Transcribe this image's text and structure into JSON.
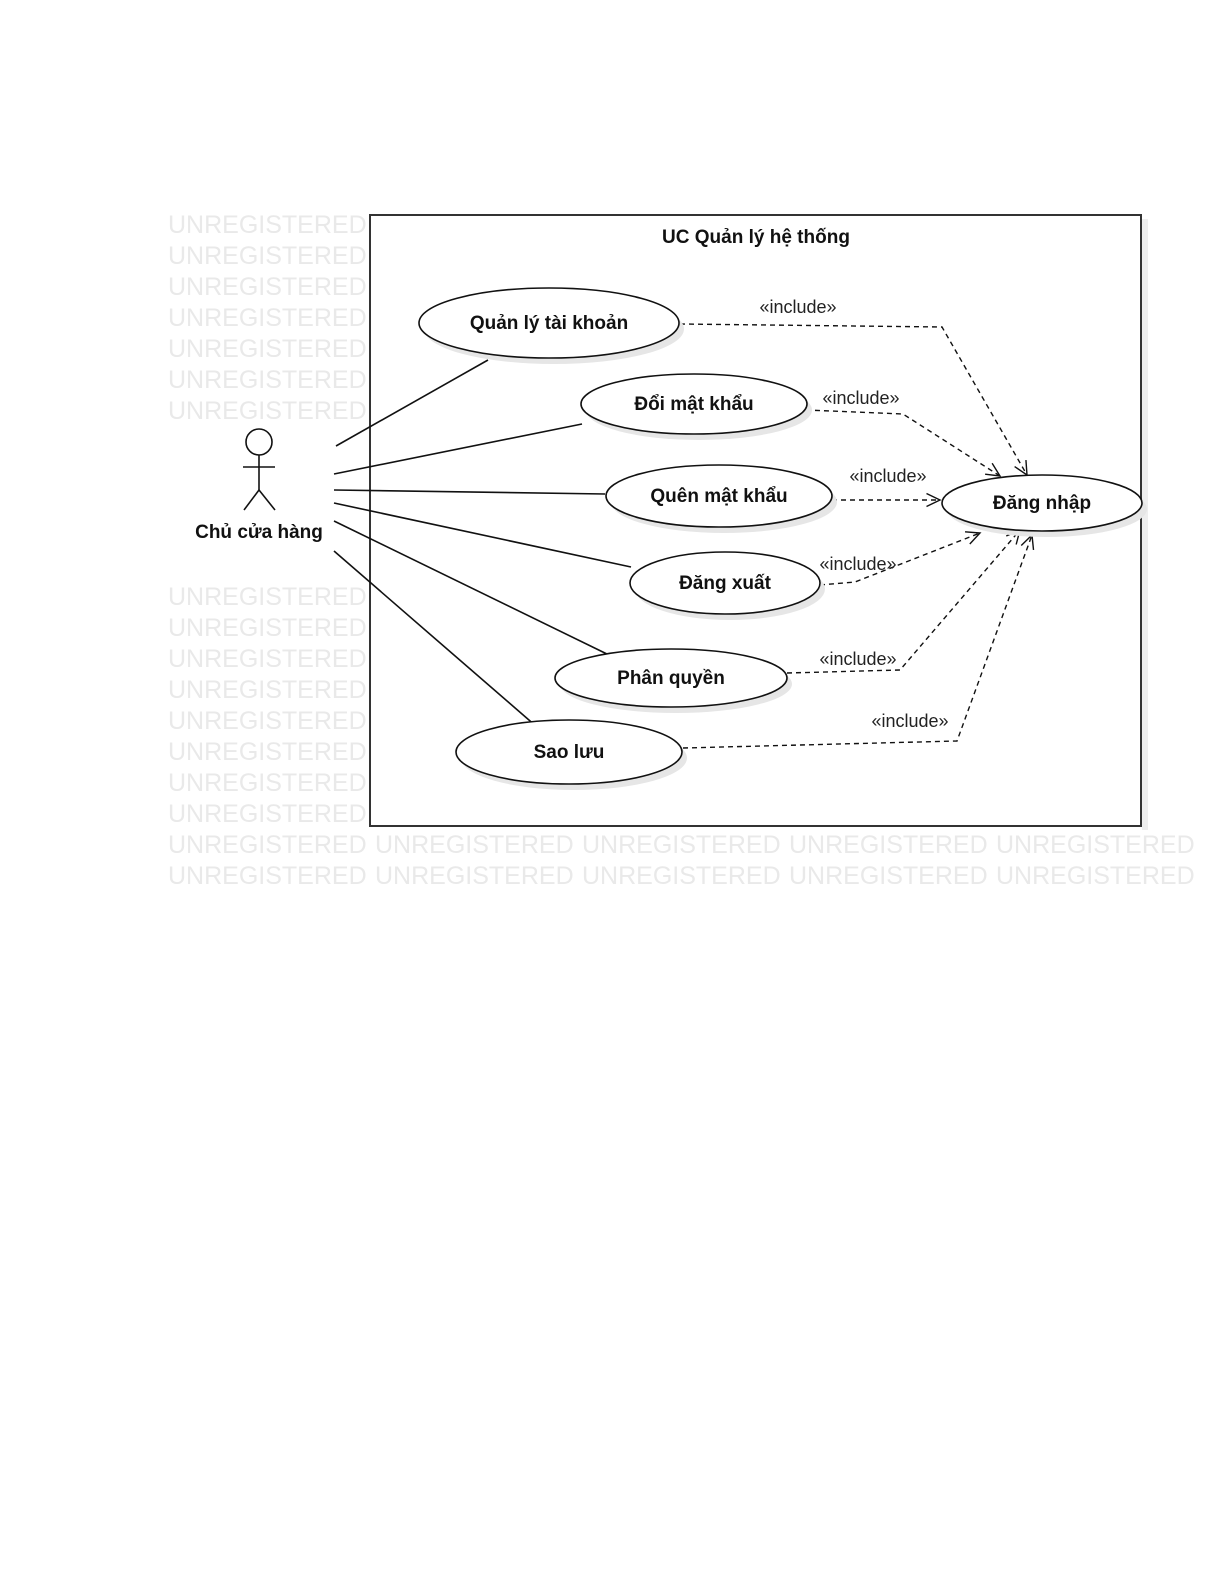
{
  "watermark": "UNREGISTERED",
  "system": {
    "title": "UC Quản lý hệ thống"
  },
  "actor": {
    "name": "Chủ cửa hàng"
  },
  "use_cases": [
    {
      "id": "qltk",
      "label": "Quản lý tài khoản"
    },
    {
      "id": "dmk",
      "label": "Đổi mật khẩu"
    },
    {
      "id": "qmk",
      "label": "Quên mật khẩu"
    },
    {
      "id": "dx",
      "label": "Đăng xuất"
    },
    {
      "id": "pq",
      "label": "Phân quyền"
    },
    {
      "id": "sl",
      "label": "Sao lưu"
    },
    {
      "id": "dn",
      "label": "Đăng nhập"
    }
  ],
  "includes": [
    {
      "from": "qltk",
      "to": "dn",
      "label": "«include»"
    },
    {
      "from": "dmk",
      "to": "dn",
      "label": "«include»"
    },
    {
      "from": "qmk",
      "to": "dn",
      "label": "«include»"
    },
    {
      "from": "dx",
      "to": "dn",
      "label": "«include»"
    },
    {
      "from": "pq",
      "to": "dn",
      "label": "«include»"
    },
    {
      "from": "sl",
      "to": "dn",
      "label": "«include»"
    }
  ],
  "colors": {
    "line": "#111111",
    "watermark": "#e9e9e9",
    "shadow": "#e6e6e6"
  }
}
